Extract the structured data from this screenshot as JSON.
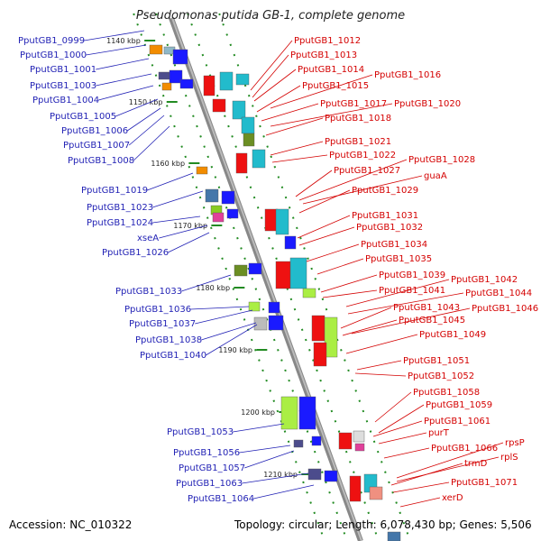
{
  "title": "Pseudomonas putida GB-1, complete genome",
  "accession": "Accession: NC_010322",
  "summary": "Topology: circular; Length: 6,078,430 bp; Genes: 5,506",
  "colors": {
    "left_labels": "#1f1fb4",
    "right_labels": "#d40000",
    "backbone": "#999999",
    "ticks": "#228b22"
  },
  "kbp_ticks": [
    "1140 kbp",
    "1150 kbp",
    "1160 kbp",
    "1170 kbp",
    "1180 kbp",
    "1190 kbp",
    "1200 kbp",
    "1210 kbp"
  ],
  "left_labels": [
    "PputGB1_0999",
    "PputGB1_1000",
    "PputGB1_1001",
    "PputGB1_1003",
    "PputGB1_1004",
    "PputGB1_1005",
    "PputGB1_1006",
    "PputGB1_1007",
    "PputGB1_1008",
    "PputGB1_1019",
    "PputGB1_1023",
    "PputGB1_1024",
    "xseA",
    "PputGB1_1026",
    "PputGB1_1033",
    "PputGB1_1036",
    "PputGB1_1037",
    "PputGB1_1038",
    "PputGB1_1040",
    "PputGB1_1053",
    "PputGB1_1056",
    "PputGB1_1057",
    "PputGB1_1063",
    "PputGB1_1064"
  ],
  "right_labels": [
    "PputGB1_1012",
    "PputGB1_1013",
    "PputGB1_1014",
    "PputGB1_1016",
    "PputGB1_1015",
    "PputGB1_1017",
    "PputGB1_1020",
    "PputGB1_1018",
    "PputGB1_1021",
    "PputGB1_1022",
    "PputGB1_1028",
    "PputGB1_1027",
    "guaA",
    "PputGB1_1029",
    "PputGB1_1031",
    "PputGB1_1032",
    "PputGB1_1034",
    "PputGB1_1035",
    "PputGB1_1039",
    "PputGB1_1042",
    "PputGB1_1041",
    "PputGB1_1044",
    "PputGB1_1043",
    "PputGB1_1046",
    "PputGB1_1045",
    "PputGB1_1049",
    "PputGB1_1051",
    "PputGB1_1052",
    "PputGB1_1058",
    "PputGB1_1059",
    "PputGB1_1061",
    "purT",
    "rpsP",
    "PputGB1_1066",
    "rplS",
    "trmD",
    "PputGB1_1071",
    "xerD"
  ]
}
